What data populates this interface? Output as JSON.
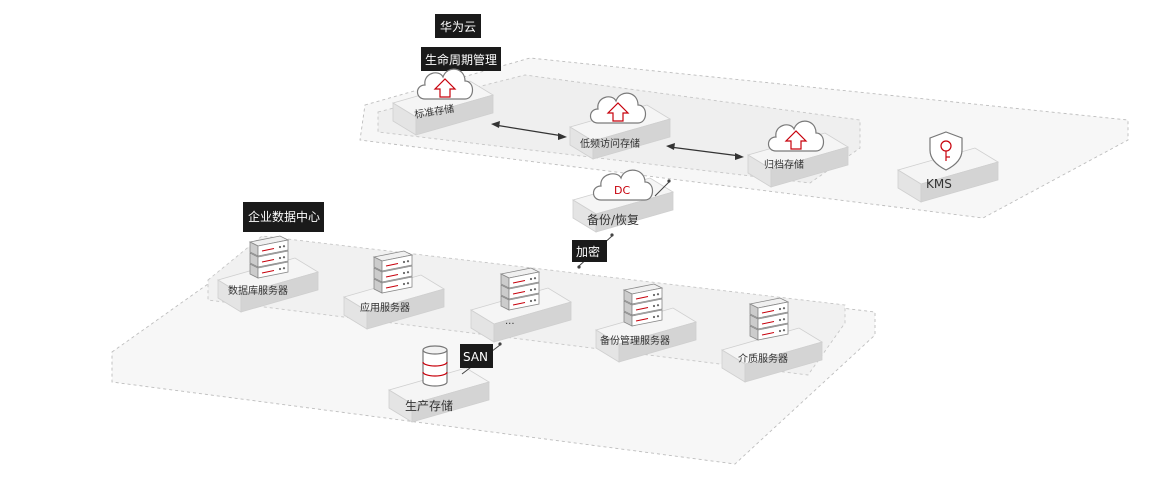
{
  "regions": {
    "cloud_label": "华为云",
    "lifecycle_label": "生命周期管理",
    "enterprise_label": "企业数据中心"
  },
  "storage_tiers": {
    "standard": "标准存储",
    "infrequent": "低频访问存储",
    "archive": "归档存储"
  },
  "kms_label": "KMS",
  "backup": {
    "icon_text": "DC",
    "label": "备份/恢复"
  },
  "encrypt_label": "加密",
  "servers": {
    "database": "数据库服务器",
    "application": "应用服务器",
    "ellipsis": "...",
    "backup_mgmt": "备份管理服务器",
    "media": "介质服务器"
  },
  "san_label": "SAN",
  "production_storage_label": "生产存储",
  "colors": {
    "accent": "#c7000b",
    "tag_bg": "#1a1a1a",
    "platform_top": "#f4f4f4",
    "platform_side": "#dcdcdc"
  },
  "icons": {
    "cloud": "cloud-upload-icon",
    "shield": "shield-key-icon",
    "server": "server-rack-icon",
    "database": "database-cylinder-icon"
  }
}
